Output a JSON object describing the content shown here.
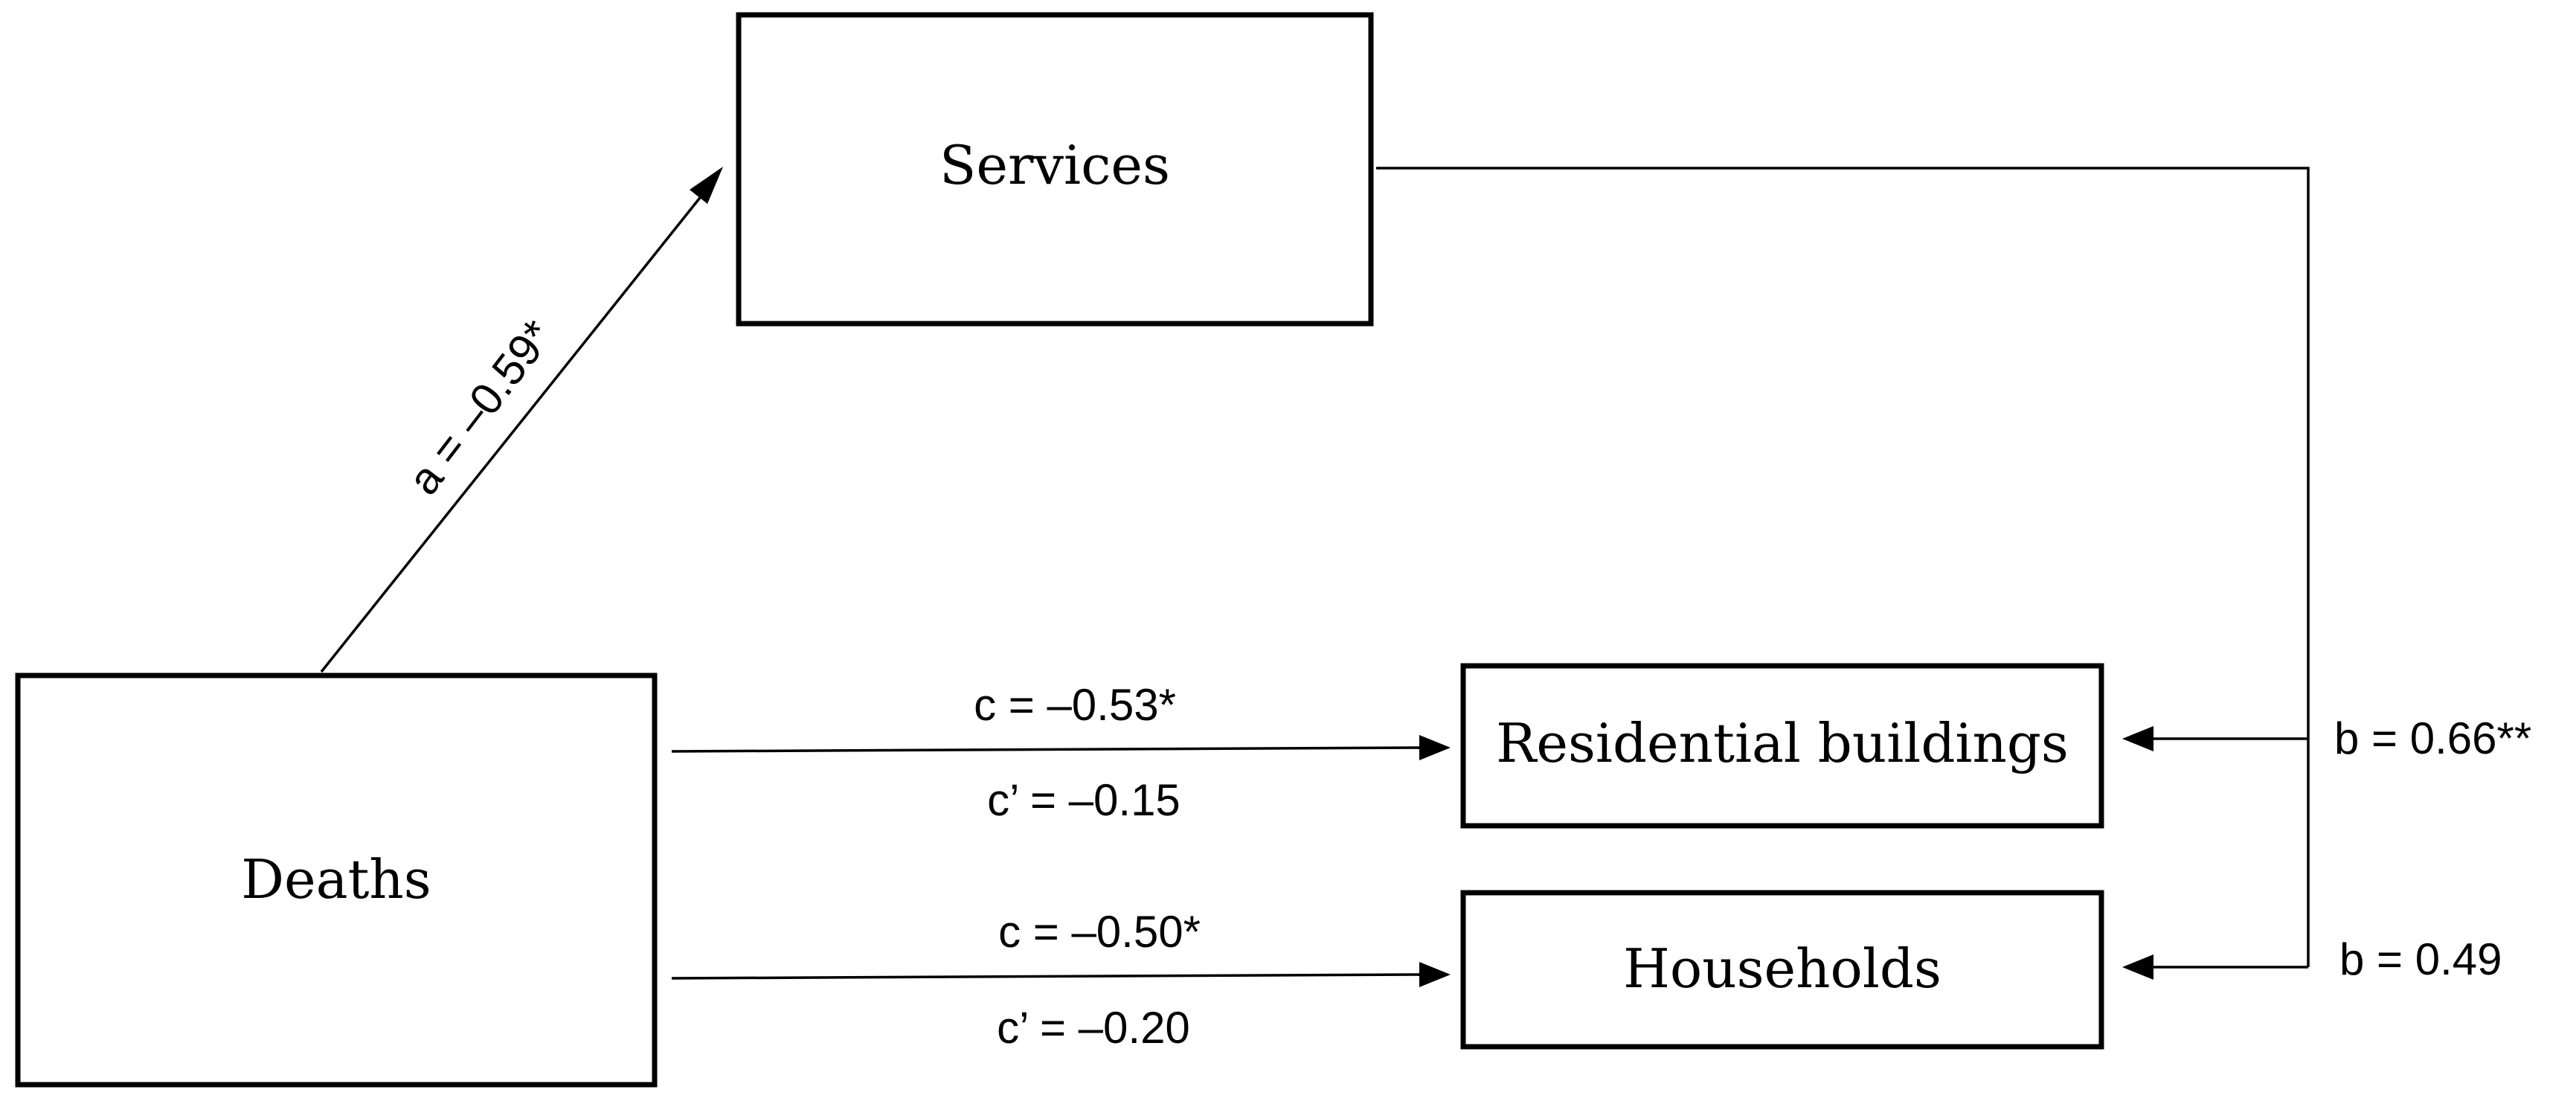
{
  "nodes": {
    "services": "Services",
    "deaths": "Deaths",
    "residential": "Residential buildings",
    "households": "Households"
  },
  "paths": {
    "a": "a = –0.59*",
    "c_residential": "c = –0.53*",
    "c_prime_residential": "c’ = –0.15",
    "c_households": "c = –0.50*",
    "c_prime_households": "c’ = –0.20",
    "b_residential": "b = 0.66**",
    "b_households": "b = 0.49"
  },
  "colors": {
    "stroke": "#000000",
    "background": "#ffffff"
  }
}
